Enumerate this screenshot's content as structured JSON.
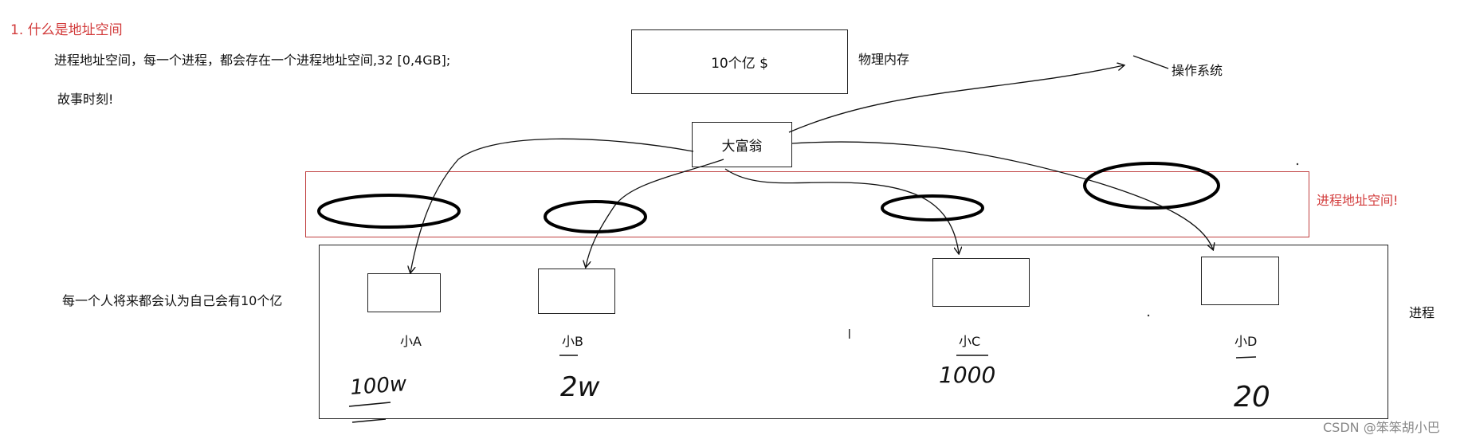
{
  "heading": "1. 什么是地址空间",
  "description": "进程地址空间，每一个进程，都会存在一个进程地址空间,32 [0,4GB];",
  "story": "故事时刻!",
  "belief": "每一个人将来都会认为自己会有10个亿",
  "physical_memory": {
    "box_text": "10个亿 $",
    "label": "物理内存"
  },
  "operating_system_label": "操作系统",
  "rich_man": "大富翁",
  "virtual_address_space_label": "进程地址空间!",
  "process_label": "进程",
  "children": [
    {
      "name": "小A",
      "handwritten_amount": "100w"
    },
    {
      "name": "小B",
      "handwritten_amount": "2w"
    },
    {
      "name": "小C",
      "handwritten_amount": "1000"
    },
    {
      "name": "小D",
      "handwritten_amount": "20"
    }
  ],
  "watermark": "CSDN @笨笨胡小巴",
  "colors": {
    "heading": "#d23b3b",
    "address_space_border": "#c04040",
    "ink": "#111111"
  }
}
